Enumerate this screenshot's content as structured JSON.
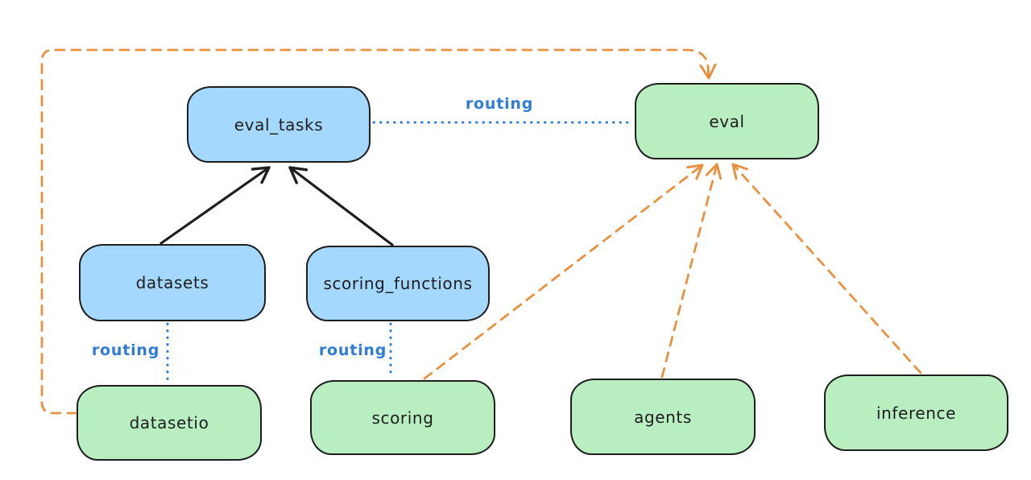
{
  "diagram": {
    "type": "architecture-diagram",
    "background": "#ffffff",
    "colors": {
      "registry_fill": "#a5d8ff",
      "api_fill": "#b9eec1",
      "stroke": "#1e1e1e",
      "routing_blue": "#2f7cd6",
      "provider_orange": "#e8913f"
    },
    "nodes": [
      {
        "id": "eval_tasks",
        "label": "eval_tasks",
        "color": "blue"
      },
      {
        "id": "eval",
        "label": "eval",
        "color": "green"
      },
      {
        "id": "datasets",
        "label": "datasets",
        "color": "blue"
      },
      {
        "id": "scoring_functions",
        "label": "scoring_functions",
        "color": "blue"
      },
      {
        "id": "datasetio",
        "label": "datasetio",
        "color": "green"
      },
      {
        "id": "scoring",
        "label": "scoring",
        "color": "green"
      },
      {
        "id": "agents",
        "label": "agents",
        "color": "green"
      },
      {
        "id": "inference",
        "label": "inference",
        "color": "green"
      }
    ],
    "edges": [
      {
        "from": "datasets",
        "to": "eval_tasks",
        "style": "solid-arrow",
        "color": "black"
      },
      {
        "from": "scoring_functions",
        "to": "eval_tasks",
        "style": "solid-arrow",
        "color": "black"
      },
      {
        "from": "eval_tasks",
        "to": "eval",
        "style": "dotted",
        "color": "blue",
        "label": "routing"
      },
      {
        "from": "datasets",
        "to": "datasetio",
        "style": "dotted",
        "color": "blue",
        "label": "routing"
      },
      {
        "from": "scoring_functions",
        "to": "scoring",
        "style": "dotted",
        "color": "blue",
        "label": "routing"
      },
      {
        "from": "datasetio",
        "to": "eval",
        "style": "dashed-arrow",
        "color": "orange"
      },
      {
        "from": "scoring",
        "to": "eval",
        "style": "dashed-arrow",
        "color": "orange"
      },
      {
        "from": "agents",
        "to": "eval",
        "style": "dashed-arrow",
        "color": "orange"
      },
      {
        "from": "inference",
        "to": "eval",
        "style": "dashed-arrow",
        "color": "orange"
      }
    ]
  }
}
